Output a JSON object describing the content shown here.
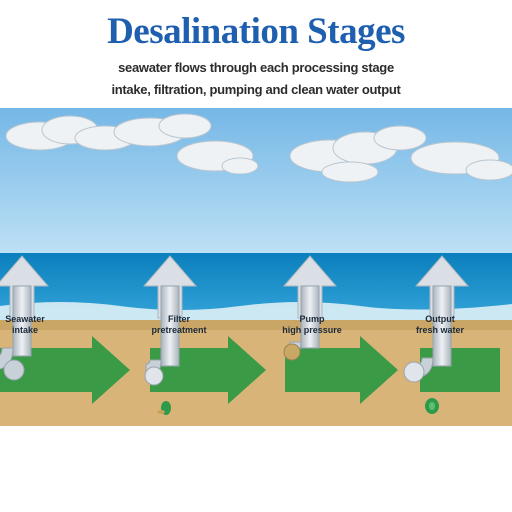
{
  "title": "Desalination Stages",
  "subtitle_lines": [
    "seawater flows through each processing stage",
    "intake, filtration, pumping and clean water output"
  ],
  "stages": [
    {
      "label_line1": "Seawater",
      "label_line2": "intake"
    },
    {
      "label_line1": "Filter",
      "label_line2": "pretreatment"
    },
    {
      "label_line1": "Pump",
      "label_line2": "high pressure"
    },
    {
      "label_line1": "Output",
      "label_line2": "fresh water"
    }
  ],
  "colors": {
    "title": "#1f5fb0",
    "sky": "#87c3ec",
    "sea": "#0d88c4",
    "sand": "#d8b478",
    "arrow_green": "#3a9a45",
    "arrow_up": "#d9dfe4",
    "pipe": "#c9d1d8"
  },
  "icons": [
    "cloud-icon",
    "up-arrow-icon",
    "pipe-icon",
    "flow-arrow-icon",
    "plant-icon"
  ]
}
